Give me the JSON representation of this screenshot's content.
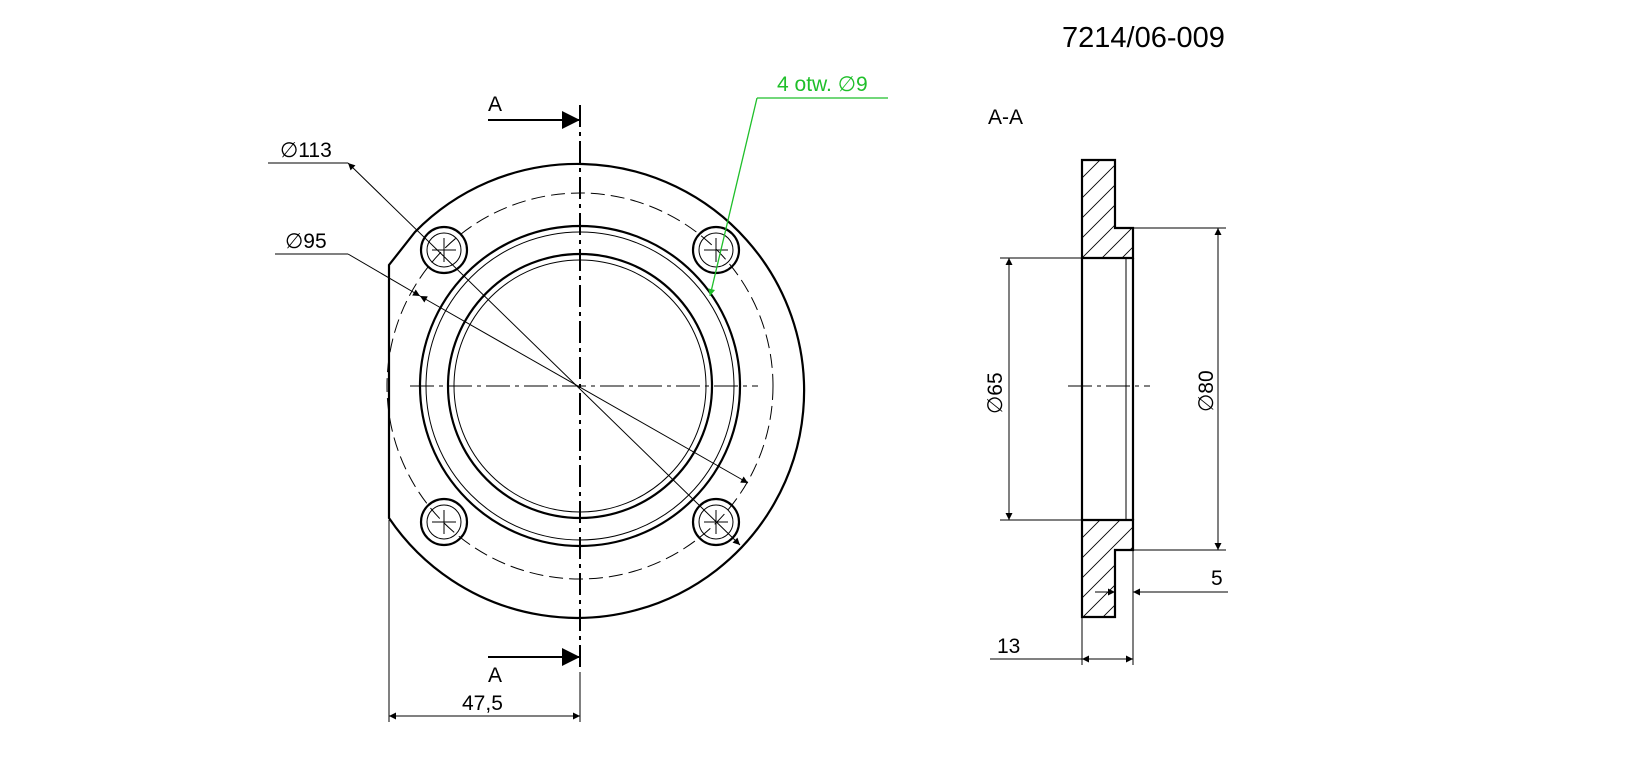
{
  "drawing_number": "7214/06-009",
  "section_view_label": "A-A",
  "section_markers": {
    "top": "A",
    "bottom": "A"
  },
  "hole_callout": "4 otw. ∅9",
  "dimensions": {
    "bolt_circle": "∅113",
    "hole_circle": "∅95",
    "offset": "47,5",
    "inner_diameter": "∅65",
    "spigot_diameter": "∅80",
    "spigot_length": "5",
    "thickness": "13"
  },
  "colors": {
    "line": "#000000",
    "callout": "#1fbf2a",
    "background": "#ffffff"
  }
}
